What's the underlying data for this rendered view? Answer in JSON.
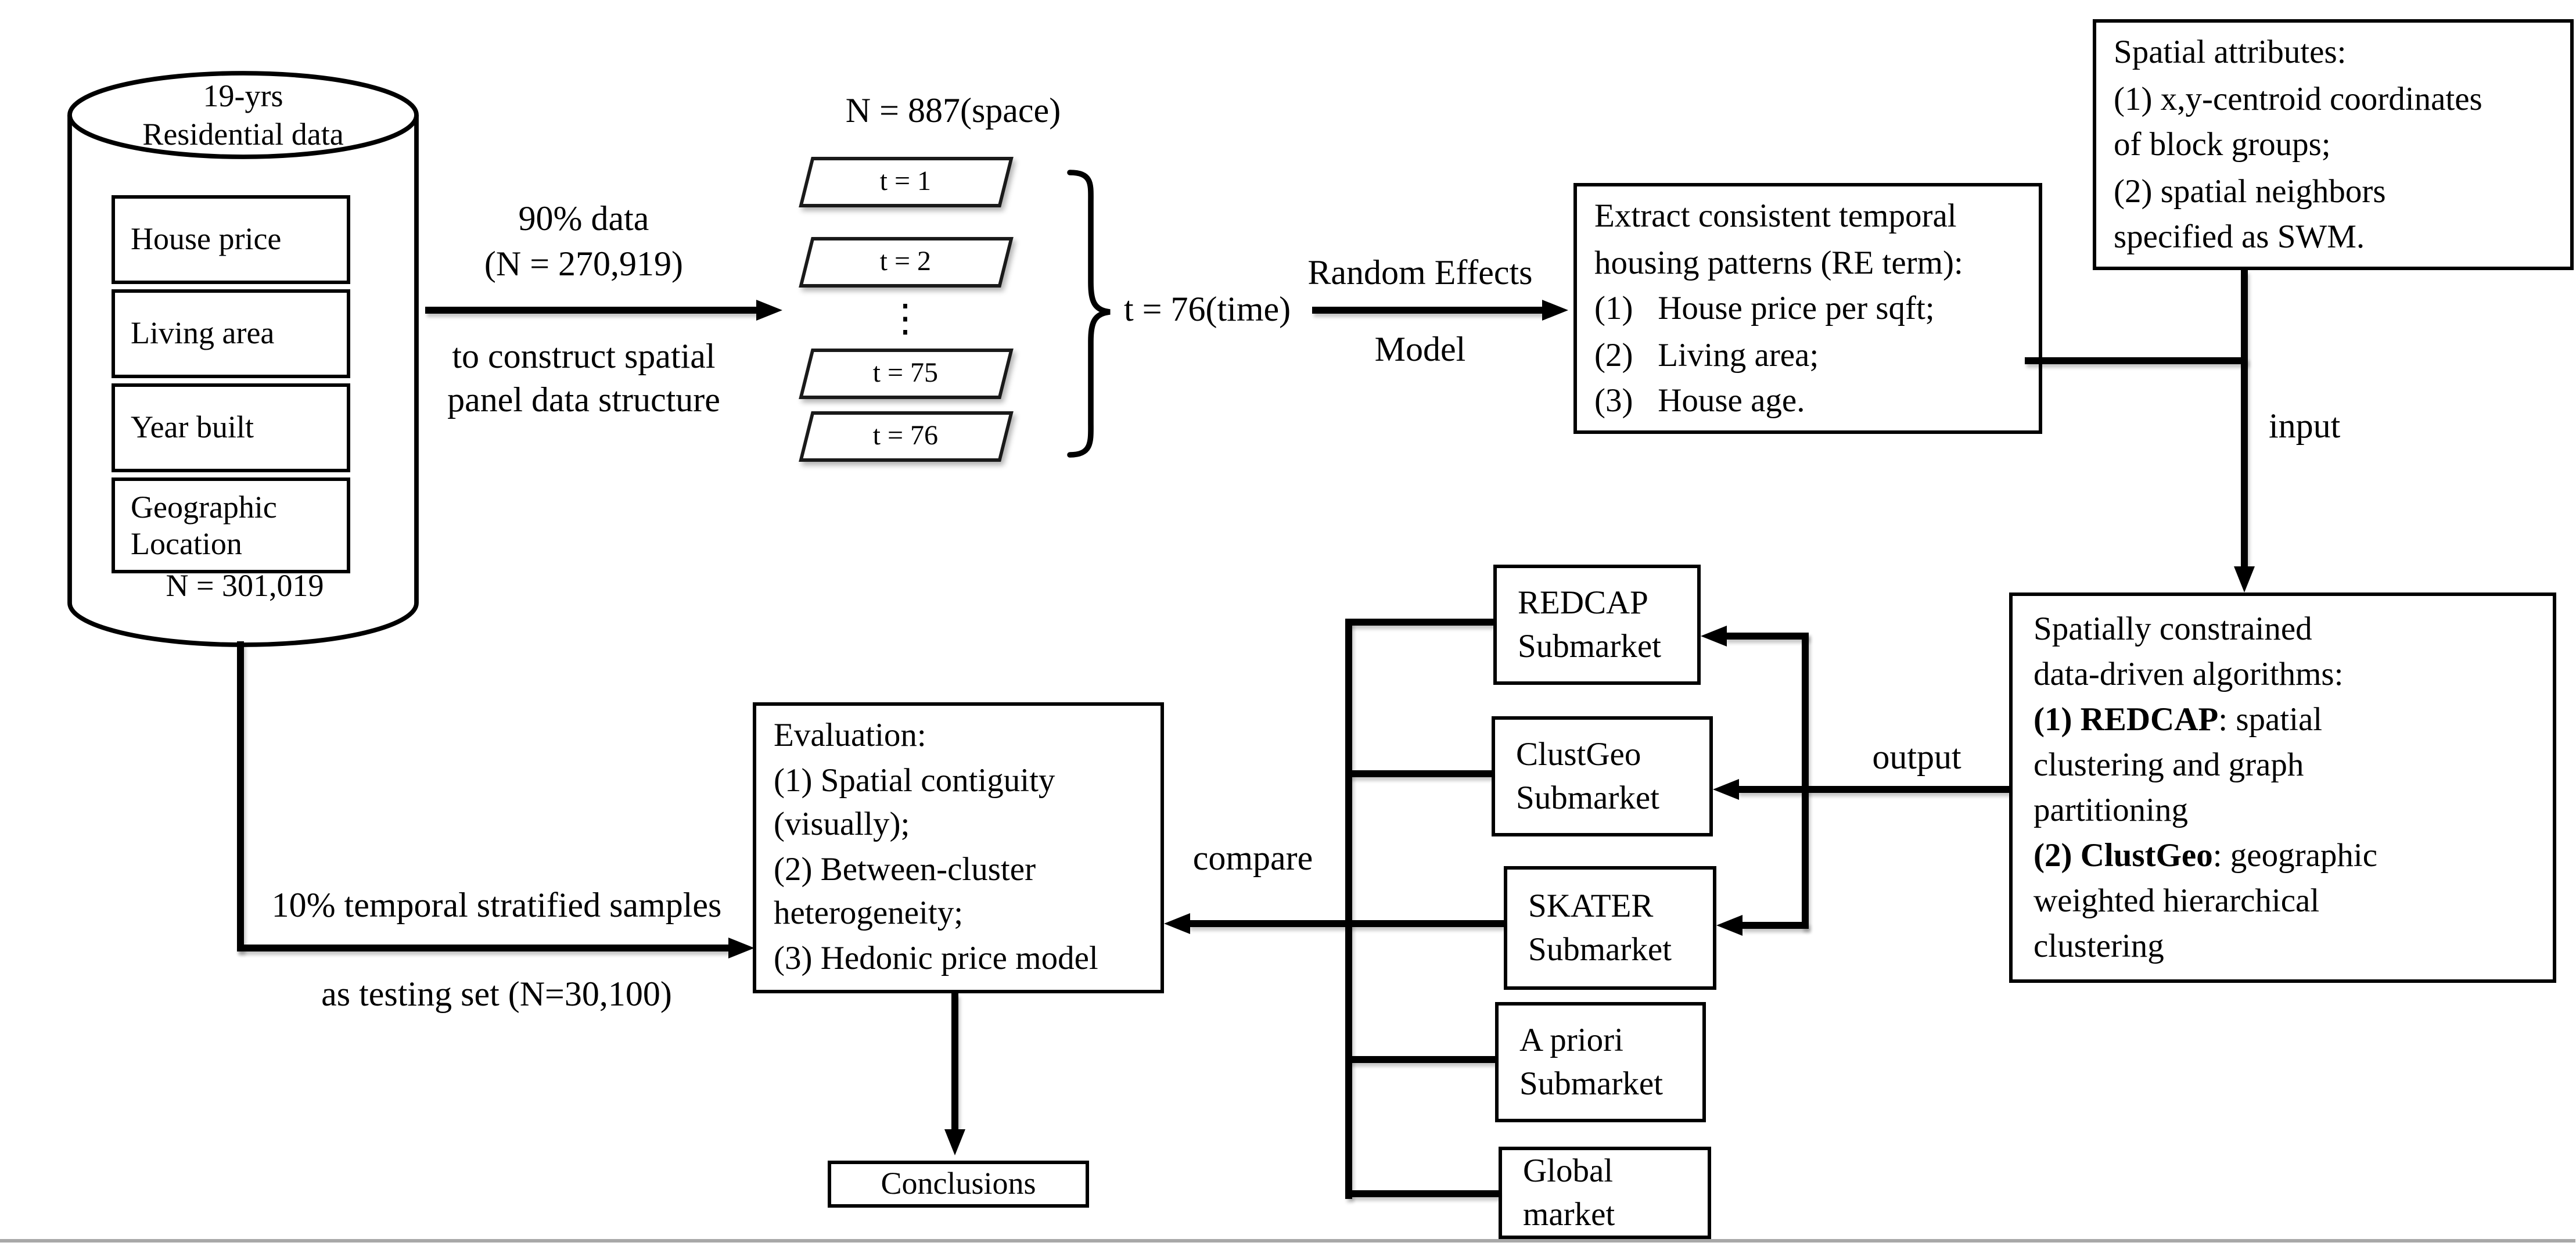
{
  "db": {
    "title1": "19-yrs",
    "title2": "Residential data",
    "fields": [
      "House price",
      "Living area",
      "Year built",
      "Geographic\nLocation"
    ],
    "count": "N = 301,019"
  },
  "train_split": {
    "pct": "90% data",
    "n": "(N = 270,919)",
    "note1": "to construct spatial",
    "note2": "panel data structure"
  },
  "panel": {
    "space_label": "N = 887(space)",
    "t1": "t = 1",
    "t2": "t = 2",
    "dots": "⋮",
    "t75": "t = 75",
    "t76": "t = 76",
    "time_label": "t = 76(time)"
  },
  "re_model": {
    "line1": "Random Effects",
    "line2": "Model"
  },
  "extract": {
    "lines": [
      "Extract consistent temporal",
      "housing patterns (RE term):",
      "(1)   House price per sqft;",
      "(2)   Living area;",
      "(3)   House age."
    ]
  },
  "spatial_attrs": {
    "lines": [
      "Spatial attributes:",
      "(1) x,y-centroid coordinates",
      "of block groups;",
      "(2) spatial neighbors",
      "specified as SWM."
    ]
  },
  "input_label": "input",
  "algorithms": {
    "lines": [
      "Spatially constrained",
      "data-driven algorithms:",
      [
        {
          "t": "(1) REDCAP",
          "b": true
        },
        {
          "t": ": spatial",
          "b": false
        }
      ],
      "clustering and graph",
      "partitioning",
      [
        {
          "t": "(2) ClustGeo",
          "b": true
        },
        {
          "t": ": geographic",
          "b": false
        }
      ],
      "weighted hierarchical",
      "clustering"
    ]
  },
  "output_label": "output",
  "submarkets": [
    {
      "l1": "REDCAP",
      "l2": "Submarket"
    },
    {
      "l1": "ClustGeo",
      "l2": "Submarket"
    },
    {
      "l1": "SKATER",
      "l2": "Submarket"
    },
    {
      "l1": "A priori",
      "l2": "Submarket"
    },
    {
      "l1": "Global",
      "l2": "market"
    }
  ],
  "compare_label": "compare",
  "evaluation": {
    "lines": [
      "Evaluation:",
      "(1) Spatial contiguity",
      "(visually);",
      "(2) Between-cluster",
      "heterogeneity;",
      "(3) Hedonic price model"
    ]
  },
  "test_split": {
    "line1": "10% temporal stratified samples",
    "line2": "as testing set (N=30,100)"
  },
  "conclusions_label": "Conclusions",
  "colors": {
    "ink": "#000000",
    "rule": "#a8a8a8",
    "background": "#ffffff"
  }
}
